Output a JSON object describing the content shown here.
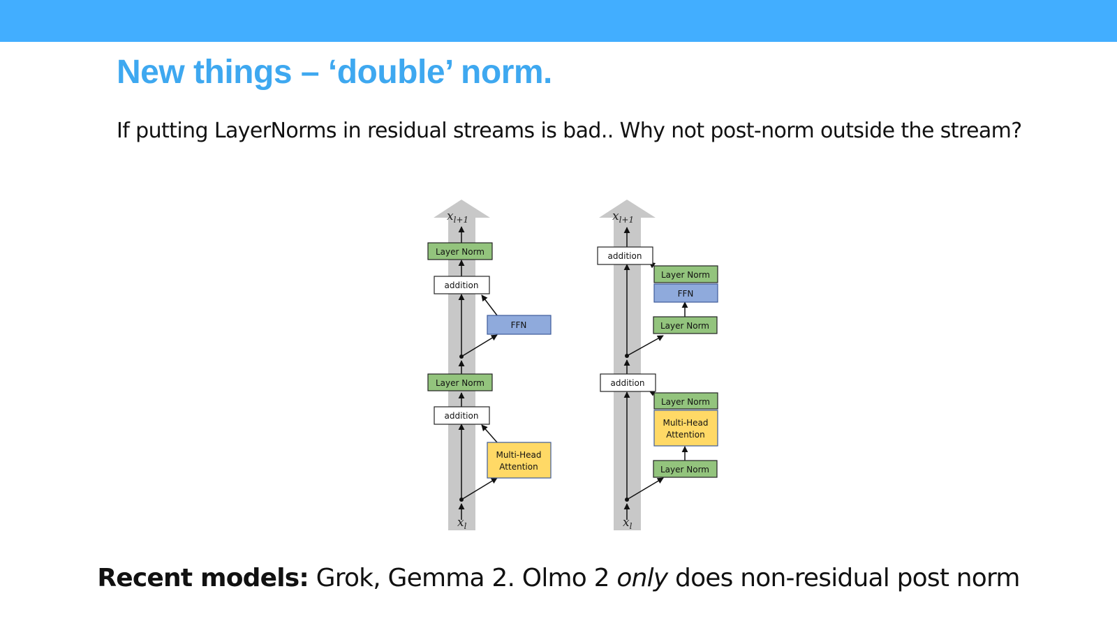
{
  "slide": {
    "title": "New things – ‘double’ norm.",
    "subtitle": "If putting LayerNorms in residual streams is bad.. Why not post-norm outside the stream?"
  },
  "diagram": {
    "left": {
      "top_var": "x",
      "top_sub": "l+1",
      "bottom_var": "x",
      "bottom_sub": "l",
      "layer_norm_top": "Layer Norm",
      "addition_top": "addition",
      "ffn": "FFN",
      "layer_norm_mid": "Layer Norm",
      "addition_mid": "addition",
      "mha_line1": "Multi-Head",
      "mha_line2": "Attention"
    },
    "right": {
      "top_var": "x",
      "top_sub": "l+1",
      "bottom_var": "x",
      "bottom_sub": "l",
      "addition_top": "addition",
      "layer_norm_ffn_post": "Layer Norm",
      "ffn": "FFN",
      "layer_norm_ffn_pre": "Layer Norm",
      "addition_mid": "addition",
      "layer_norm_mha_post": "Layer Norm",
      "mha_line1": "Multi-Head",
      "mha_line2": "Attention",
      "layer_norm_mha_pre": "Layer Norm"
    },
    "colors": {
      "layer_norm": "#93c47d",
      "ffn": "#8faadc",
      "attention": "#ffd966",
      "stream": "#c8c8c8"
    }
  },
  "footer": {
    "bold": "Recent models:",
    "text1": " Grok, Gemma 2. Olmo 2 ",
    "italic": "only",
    "text2": " does non-residual post norm"
  }
}
